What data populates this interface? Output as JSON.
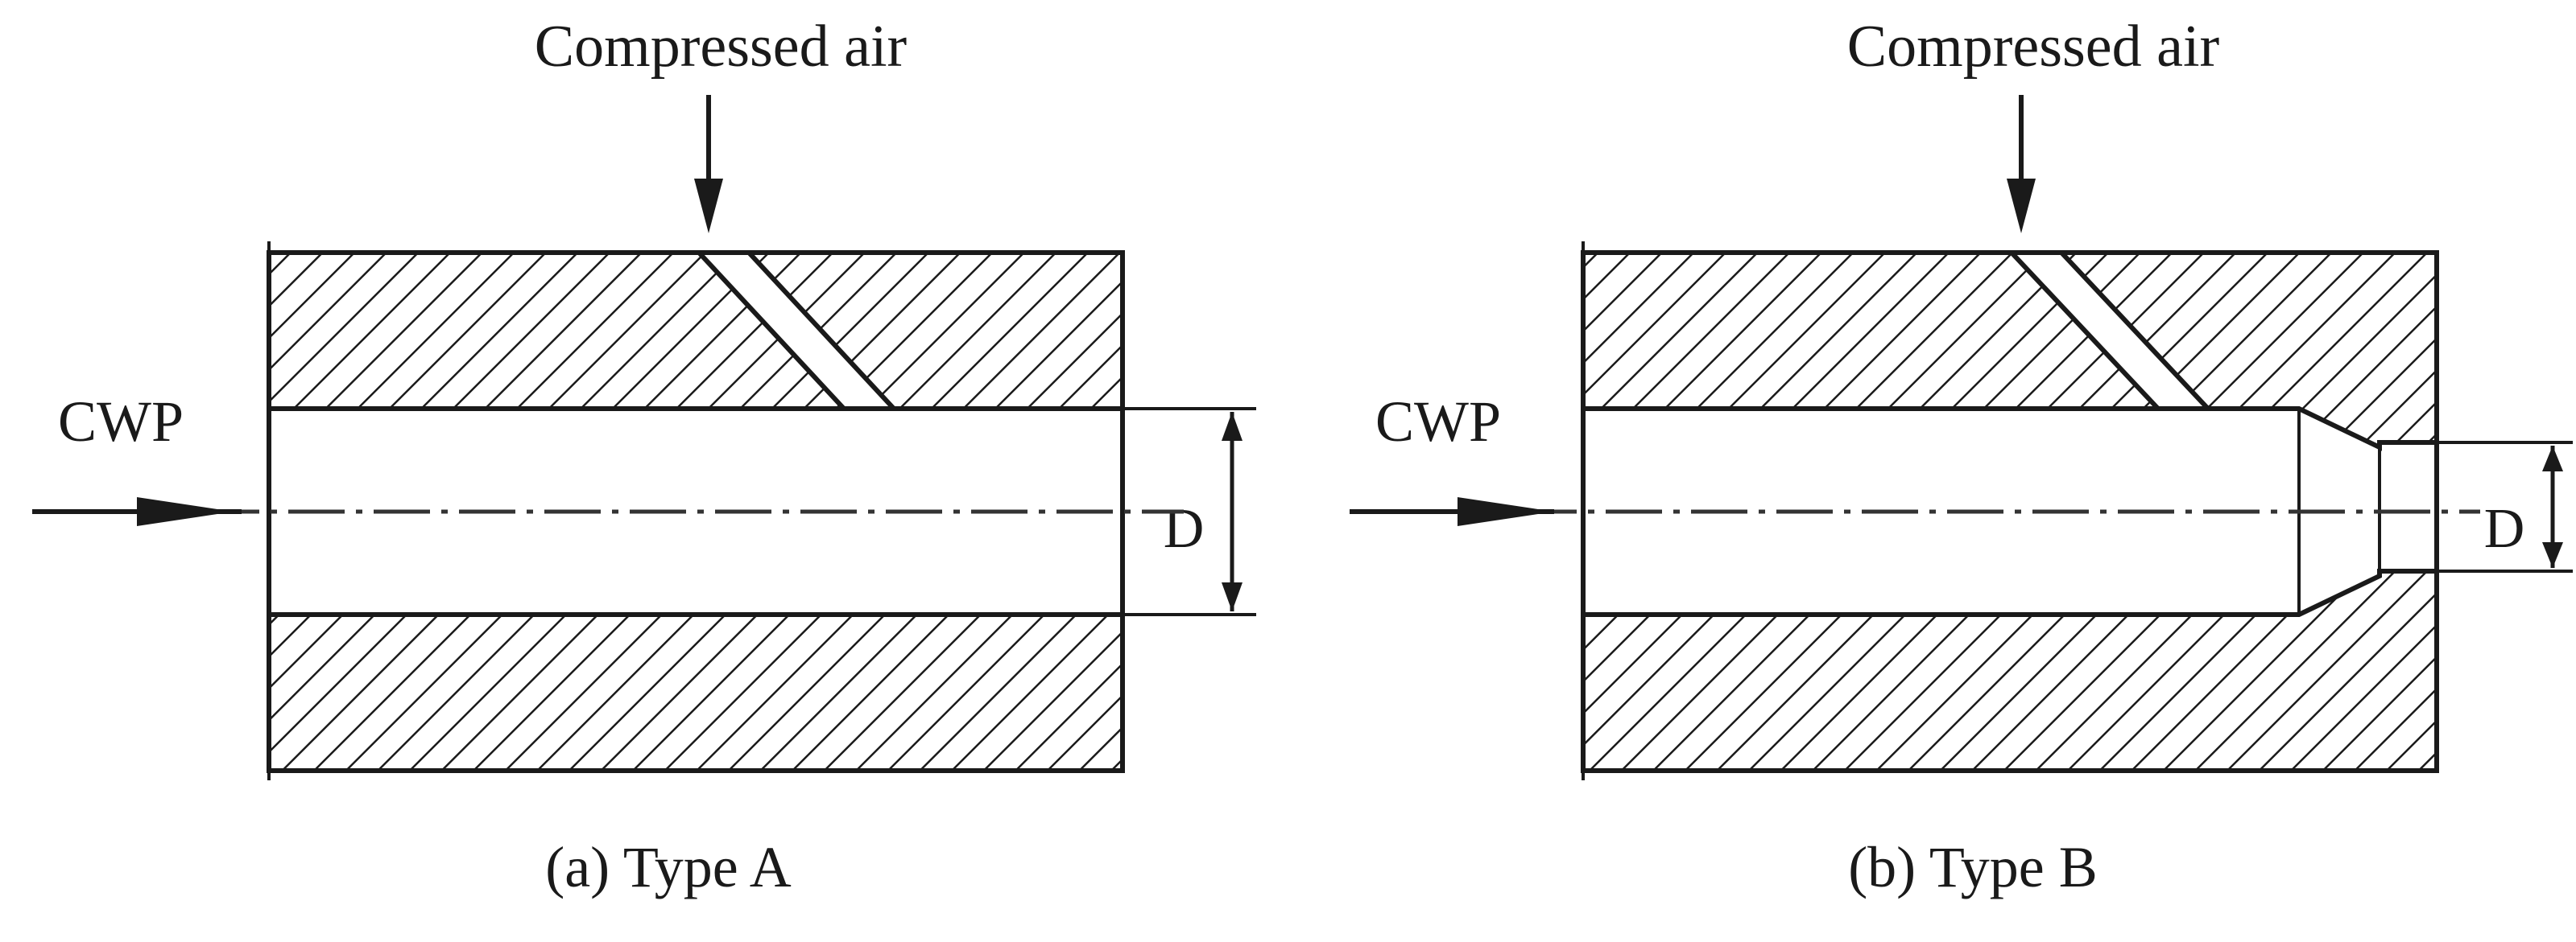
{
  "figure": {
    "panels": [
      {
        "id": "a",
        "top_label": "Compressed air",
        "inlet_label": "CWP",
        "dimension_label": "D",
        "caption": "(a) Type A"
      },
      {
        "id": "b",
        "top_label": "Compressed air",
        "inlet_label": "CWP",
        "dimension_label": "D",
        "caption": "(b) Type B"
      }
    ]
  },
  "colors": {
    "line": "#1a1a1a",
    "background": "#ffffff"
  }
}
